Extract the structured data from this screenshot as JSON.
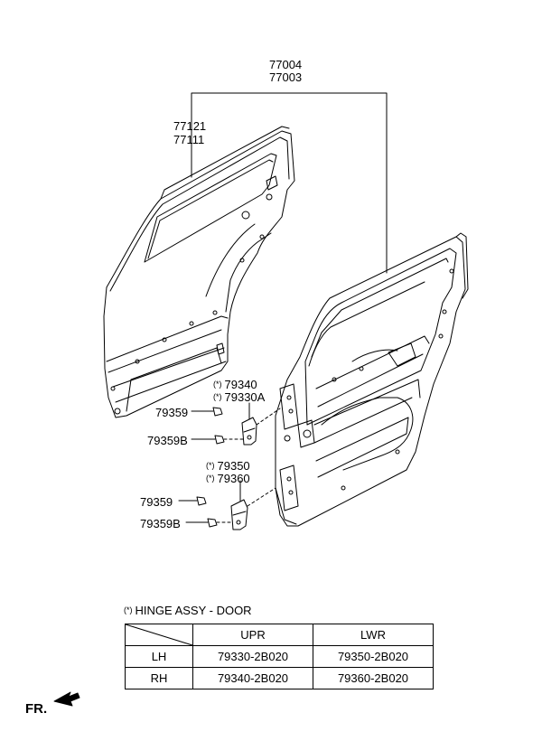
{
  "parts": {
    "p77004": "77004",
    "p77003": "77003",
    "p77121": "77121",
    "p77111": "77111",
    "p79340": "79340",
    "p79330A": "79330A",
    "p79359_upper": "79359",
    "p79359B_upper": "79359B",
    "p79350": "79350",
    "p79360": "79360",
    "p79359_lower": "79359",
    "p79359B_lower": "79359B"
  },
  "asterisk": "(*)",
  "legend": {
    "marker": "(*)",
    "text": "HINGE ASSY - DOOR"
  },
  "table": {
    "columns": [
      "UPR",
      "LWR"
    ],
    "rows": [
      {
        "side": "LH",
        "upr": "79330-2B020",
        "lwr": "79350-2B020"
      },
      {
        "side": "RH",
        "upr": "79340-2B020",
        "lwr": "79360-2B020"
      }
    ]
  },
  "direction": {
    "label": "FR."
  }
}
